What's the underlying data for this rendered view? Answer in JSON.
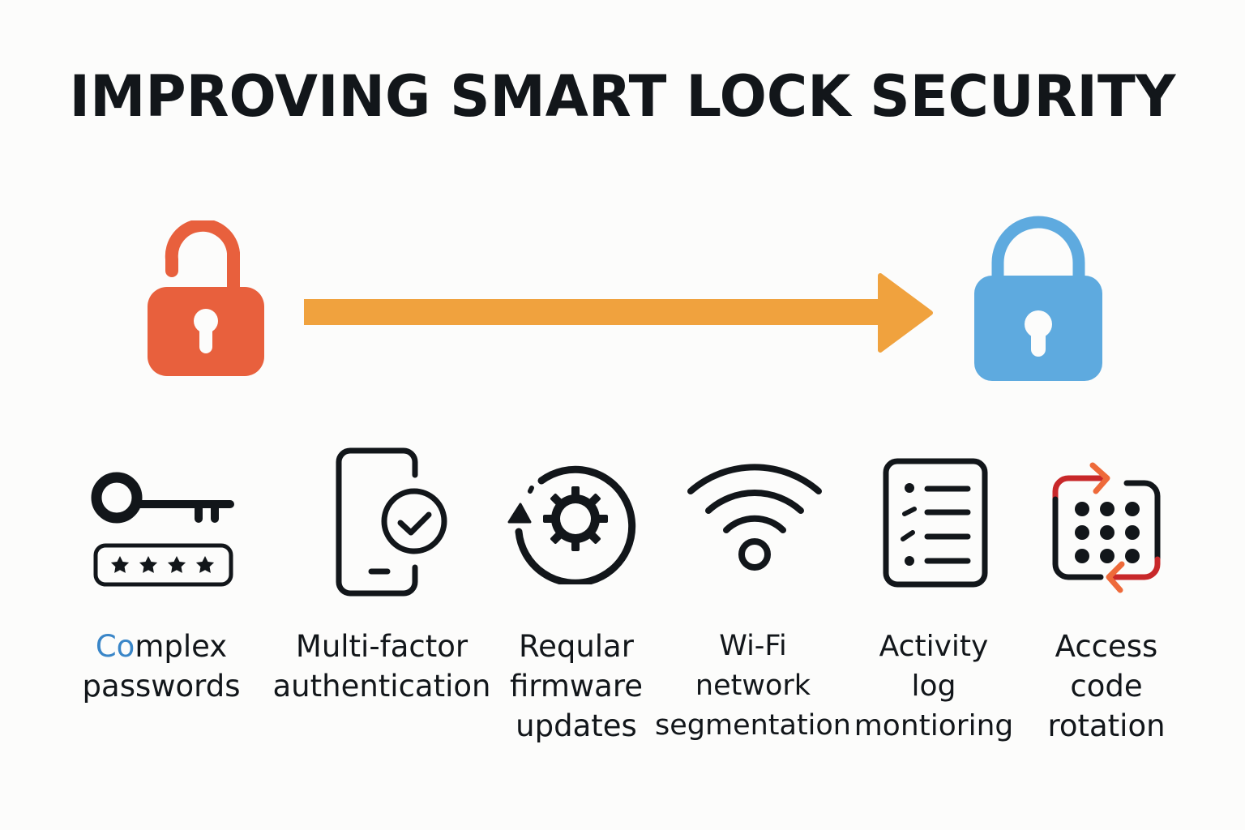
{
  "title": "IMPROVING SMART LOCK SECURITY",
  "colors": {
    "unlocked": "#e8603d",
    "locked": "#5eaadf",
    "arrow": "#f0a23e",
    "icon": "#12161a",
    "rotation_accent": "#c8282a",
    "rotation_arrow": "#ee6a3a",
    "label_accent": "#3a86c8"
  },
  "transition": {
    "from_icon": "unlocked-padlock-icon",
    "to_icon": "locked-padlock-icon",
    "arrow_icon": "right-arrow-icon"
  },
  "measures": [
    {
      "icon": "key-password-icon",
      "label_accent": "Co",
      "lines": [
        "mplex",
        "passwords"
      ]
    },
    {
      "icon": "phone-check-icon",
      "lines": [
        "Multi-factor",
        "authentication"
      ]
    },
    {
      "icon": "gear-refresh-icon",
      "lines": [
        "Reqular",
        "firmware",
        "updates"
      ]
    },
    {
      "icon": "wifi-icon",
      "lines": [
        "Wi-Fi",
        "network",
        "segmentation"
      ]
    },
    {
      "icon": "activity-log-icon",
      "lines": [
        "Activity",
        "log",
        "montioring"
      ]
    },
    {
      "icon": "keypad-rotation-icon",
      "lines": [
        "Access",
        "code",
        "rotation"
      ]
    }
  ]
}
